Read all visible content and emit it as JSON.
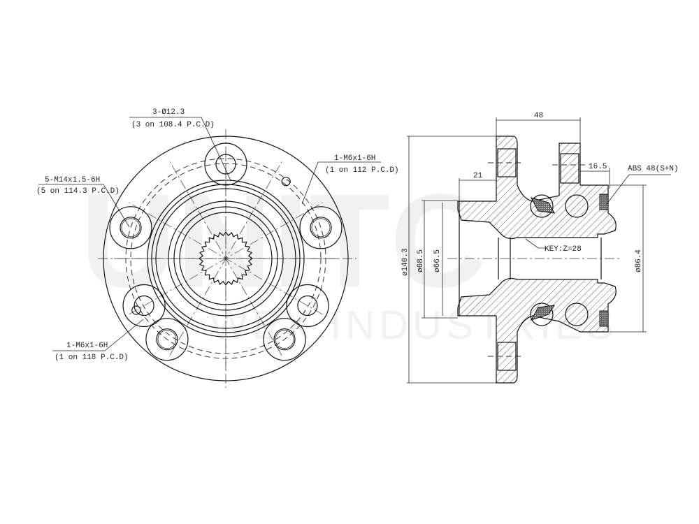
{
  "watermark": {
    "logo": "UNITC",
    "subtitle": "WEX INDUSTRIES"
  },
  "front_view": {
    "callouts": [
      {
        "line1": "3-Ø12.3",
        "line2": "(3 on 108.4 P.C.D)"
      },
      {
        "line1": "1-M6x1-6H",
        "line2": "(1 on 112 P.C.D)"
      },
      {
        "line1": "5-M14x1.5-6H",
        "line2": "(5 on 114.3 P.C.D)"
      },
      {
        "line1": "1-M6x1-6H",
        "line2": "(1 on 118 P.C.D)"
      }
    ]
  },
  "section_view": {
    "dims": {
      "width": "48",
      "pilot": "21",
      "offset": "16.5",
      "abs": "ABS 48(S+N)",
      "key": "KEY:Z=28",
      "d_flange": "ø140.3",
      "d_pilot_outer": "ø68.5",
      "d_pilot_inner": "ø66.5",
      "d_bearing": "ø86.4"
    }
  }
}
